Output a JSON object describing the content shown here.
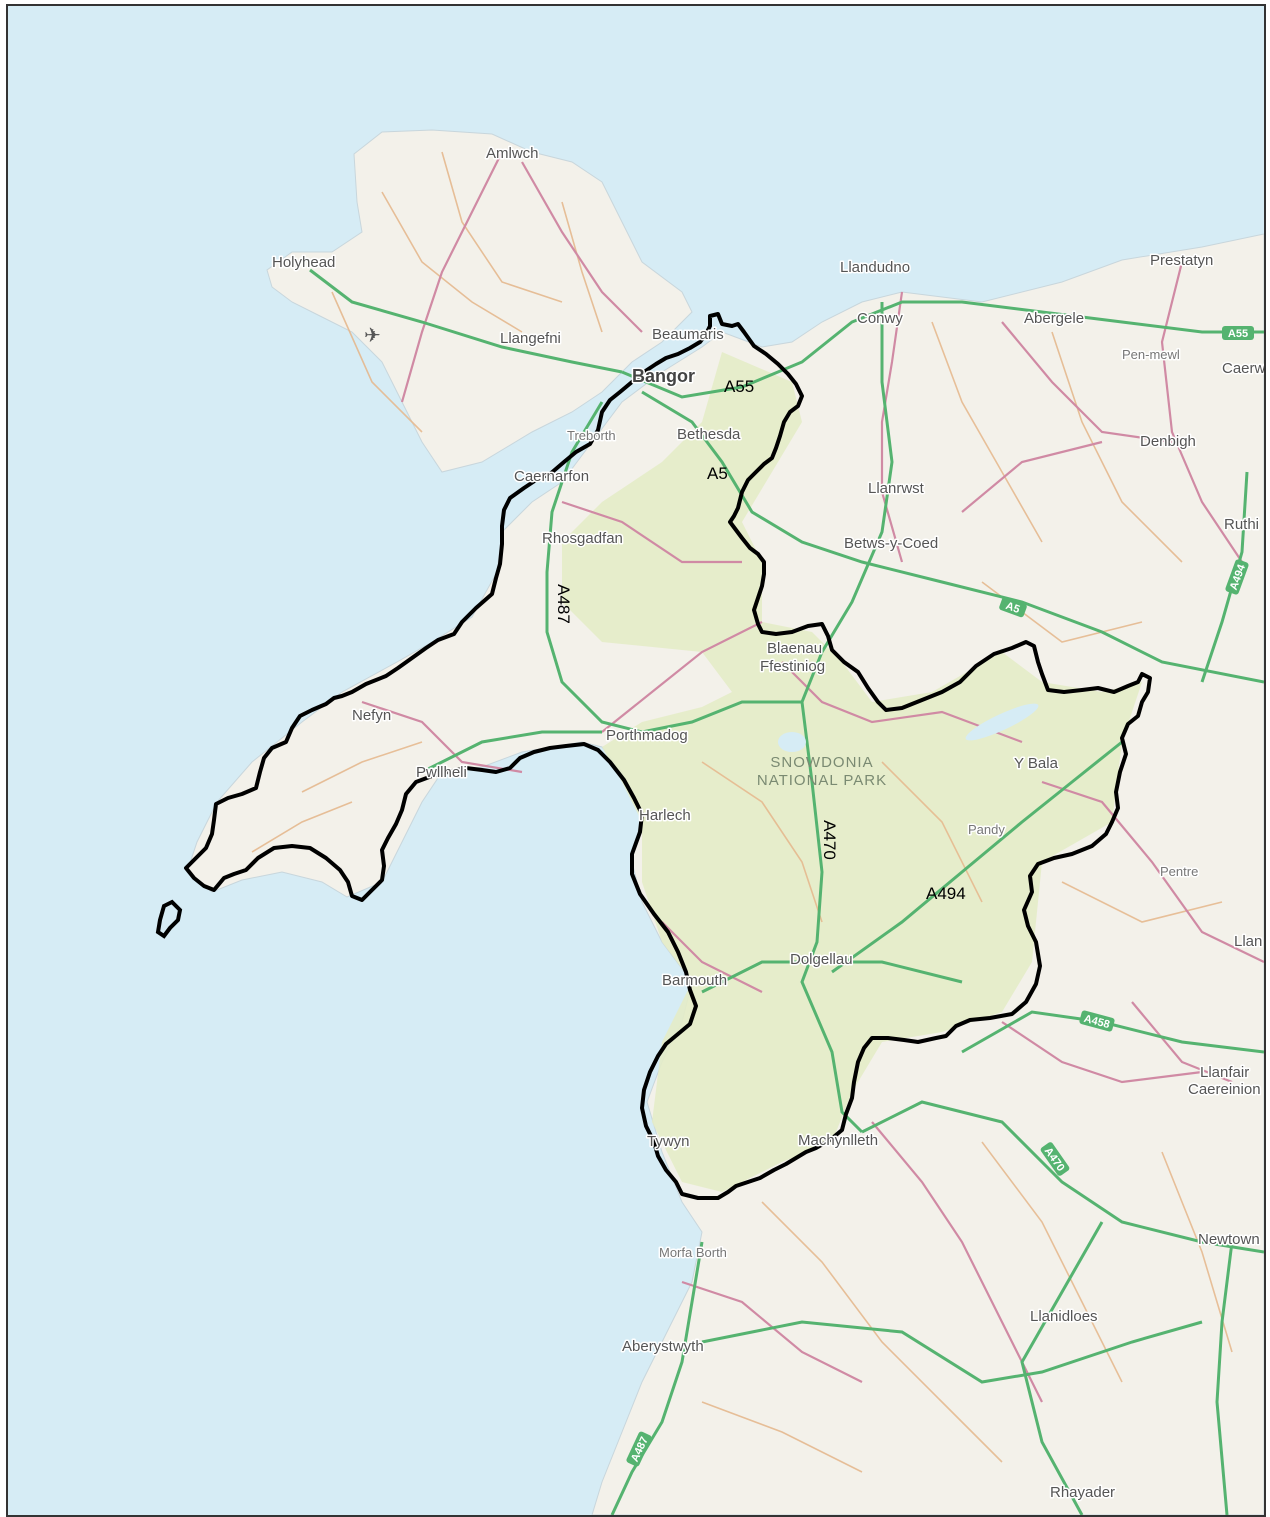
{
  "map": {
    "colors": {
      "sea": "#d6ecf5",
      "land": "#f3f1ea",
      "park": "#e4ecc8",
      "boundary": "#000000",
      "trunk_road": "#55b370",
      "a_road": "#d08aa4",
      "b_road": "#e5b98f"
    },
    "places": [
      {
        "id": "amlwch",
        "name": "Amlwch"
      },
      {
        "id": "holyhead",
        "name": "Holyhead"
      },
      {
        "id": "llangefni",
        "name": "Llangefni"
      },
      {
        "id": "beaumaris",
        "name": "Beaumaris"
      },
      {
        "id": "bangor",
        "name": "Bangor"
      },
      {
        "id": "treborth",
        "name": "Treborth"
      },
      {
        "id": "bethesda",
        "name": "Bethesda"
      },
      {
        "id": "caernarfon",
        "name": "Caernarfon"
      },
      {
        "id": "rhosgadfan",
        "name": "Rhosgadfan"
      },
      {
        "id": "llandudno",
        "name": "Llandudno"
      },
      {
        "id": "conwy",
        "name": "Conwy"
      },
      {
        "id": "abergele",
        "name": "Abergele"
      },
      {
        "id": "prestatyn",
        "name": "Prestatyn"
      },
      {
        "id": "pen-mewl",
        "name": "Pen-mewl"
      },
      {
        "id": "caerwys",
        "name": "Caerw"
      },
      {
        "id": "denbigh",
        "name": "Denbigh"
      },
      {
        "id": "llanrwst",
        "name": "Llanrwst"
      },
      {
        "id": "ruthin",
        "name": "Ruthi"
      },
      {
        "id": "betws",
        "name": "Betws-y-Coed"
      },
      {
        "id": "blaenau-1",
        "name": "Blaenau"
      },
      {
        "id": "blaenau-2",
        "name": "Ffestiniog"
      },
      {
        "id": "nefyn",
        "name": "Nefyn"
      },
      {
        "id": "pwllheli",
        "name": "Pwllheli"
      },
      {
        "id": "porthmadog",
        "name": "Porthmadog"
      },
      {
        "id": "harlech",
        "name": "Harlech"
      },
      {
        "id": "bala",
        "name": "Y Bala"
      },
      {
        "id": "pandy",
        "name": "Pandy"
      },
      {
        "id": "pentre",
        "name": "Pentre"
      },
      {
        "id": "llan",
        "name": "Llan"
      },
      {
        "id": "dolgellau",
        "name": "Dolgellau"
      },
      {
        "id": "barmouth",
        "name": "Barmouth"
      },
      {
        "id": "llanfair-1",
        "name": "Llanfair"
      },
      {
        "id": "llanfair-2",
        "name": "Caereinion"
      },
      {
        "id": "tywyn",
        "name": "Tywyn"
      },
      {
        "id": "machynlleth",
        "name": "Machynlleth"
      },
      {
        "id": "morfa",
        "name": "Morfa Borth"
      },
      {
        "id": "newtown",
        "name": "Newtown"
      },
      {
        "id": "llanidloes",
        "name": "Llanidloes"
      },
      {
        "id": "aberystwyth",
        "name": "Aberystwyth"
      },
      {
        "id": "rhayader",
        "name": "Rhayader"
      }
    ],
    "park_label": {
      "line1": "SNOWDONIA",
      "line2": "NATIONAL PARK"
    },
    "road_labels": [
      {
        "id": "a55",
        "name": "A55"
      },
      {
        "id": "a5",
        "name": "A5"
      },
      {
        "id": "a487",
        "name": "A487"
      },
      {
        "id": "a470",
        "name": "A470"
      },
      {
        "id": "a494",
        "name": "A494"
      }
    ],
    "road_shields": [
      {
        "id": "s-a55",
        "name": "A55"
      },
      {
        "id": "s-a5",
        "name": "A5"
      },
      {
        "id": "s-a494",
        "name": "A494"
      },
      {
        "id": "s-a458",
        "name": "A458"
      },
      {
        "id": "s-a470",
        "name": "A470"
      },
      {
        "id": "s-a487",
        "name": "A487"
      }
    ]
  }
}
